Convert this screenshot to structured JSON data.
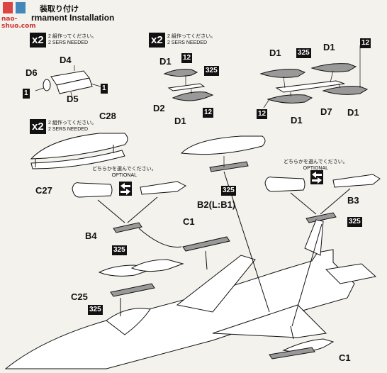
{
  "header": {
    "title_jp": "装取り付け",
    "title_en": "rmament Installation",
    "watermark": "nao-shuo.com"
  },
  "groups": {
    "g1": {
      "multiplier": "x2",
      "note_jp": "2 組作ってください。",
      "note_en": "2 SERS NEEDED"
    },
    "g2": {
      "multiplier": "x2",
      "note_jp": "2 組作ってください。",
      "note_en": "2 SERS NEEDED"
    },
    "g3": {
      "multiplier": "x2",
      "note_jp": "2 組作ってください。",
      "note_en": "2 SERS NEEDED"
    }
  },
  "optional": {
    "left": {
      "jp": "どちらかを選んでください。",
      "en": "OPTIONAL"
    },
    "right": {
      "jp": "どちらかを選んでください。",
      "en": "OPTIONAL"
    }
  },
  "parts": {
    "d4": "D4",
    "d5": "D5",
    "d6": "D6",
    "one_a": "1",
    "one_b": "1",
    "g2_d1_top": "D1",
    "g2_12_top": "12",
    "g2_325": "325",
    "g2_d2": "D2",
    "g2_d1_bot": "D1",
    "g2_12_bot": "12",
    "g3_d1_a": "D1",
    "g3_325": "325",
    "g3_d1_b": "D1",
    "g3_12_r": "12",
    "g3_12_l": "12",
    "g3_d7": "D7",
    "g3_d1_c": "D1",
    "g3_d1_d": "D1",
    "c28": "C28",
    "c27": "C27",
    "b2": "B2(L:B1)",
    "b2_325": "325",
    "b3": "B3",
    "b3_325": "325",
    "b4": "B4",
    "b4_325": "325",
    "c1_top": "C1",
    "c25": "C25",
    "c25_325": "325",
    "c1_bot": "C1"
  },
  "colors": {
    "paper": "#f4f2ec",
    "ink": "#111111",
    "watermark": "#cc3333"
  }
}
